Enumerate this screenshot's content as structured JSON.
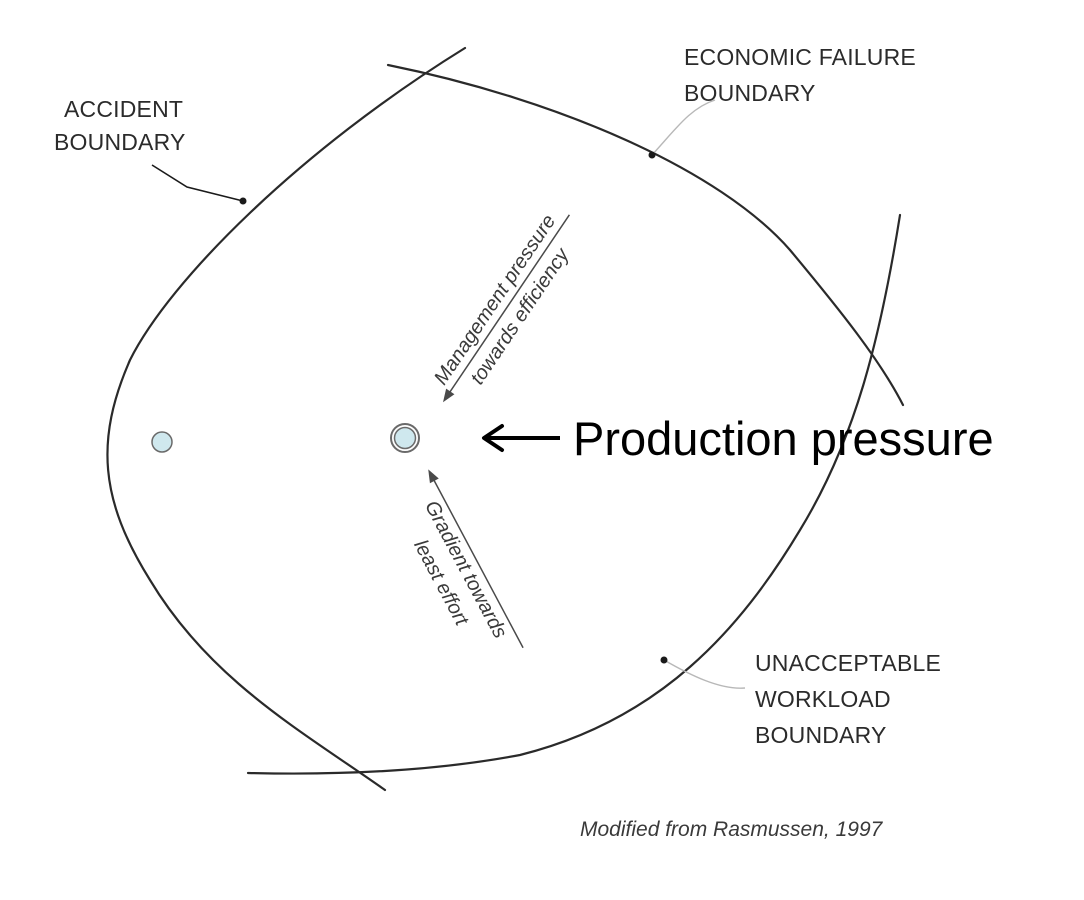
{
  "labels": {
    "accident_boundary": [
      "ACCIDENT",
      "BOUNDARY"
    ],
    "economic_failure_boundary": [
      "ECONOMIC FAILURE",
      "BOUNDARY"
    ],
    "unacceptable_workload_boundary": [
      "UNACCEPTABLE",
      "WORKLOAD",
      "BOUNDARY"
    ]
  },
  "gradients": {
    "management_pressure": [
      "Management pressure",
      "towards efficiency"
    ],
    "least_effort": [
      "Gradient towards",
      "least effort"
    ]
  },
  "production_pressure": "Production pressure",
  "credit": "Modified from Rasmussen, 1997",
  "colors": {
    "state_dot_fill": "#cfe8ee",
    "boundary_stroke": "#2a2a2a"
  }
}
